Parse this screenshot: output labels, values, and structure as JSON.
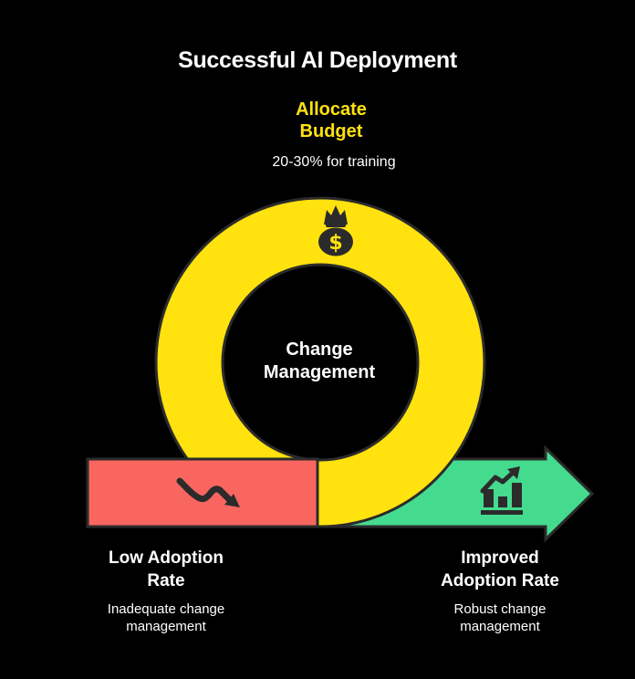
{
  "title": "Successful AI Deployment",
  "colors": {
    "bg": "#000000",
    "yellow": "#ffe20e",
    "red": "#f96660",
    "green": "#45db8f",
    "outline": "#2b2b2b",
    "icon": "#2b2b2b",
    "text": "#ffffff"
  },
  "budget_step": {
    "heading": "Allocate\nBudget",
    "subtext": "20-30% for training",
    "icon": "money-bag-icon",
    "dollar_glyph": "$"
  },
  "center": {
    "label": "Change\nManagement"
  },
  "left_outcome": {
    "heading": "Low Adoption\nRate",
    "subtext": "Inadequate change\nmanagement",
    "icon": "trend-down-icon"
  },
  "right_outcome": {
    "heading": "Improved\nAdoption Rate",
    "subtext": "Robust change\nmanagement",
    "icon": "bar-chart-up-icon"
  }
}
